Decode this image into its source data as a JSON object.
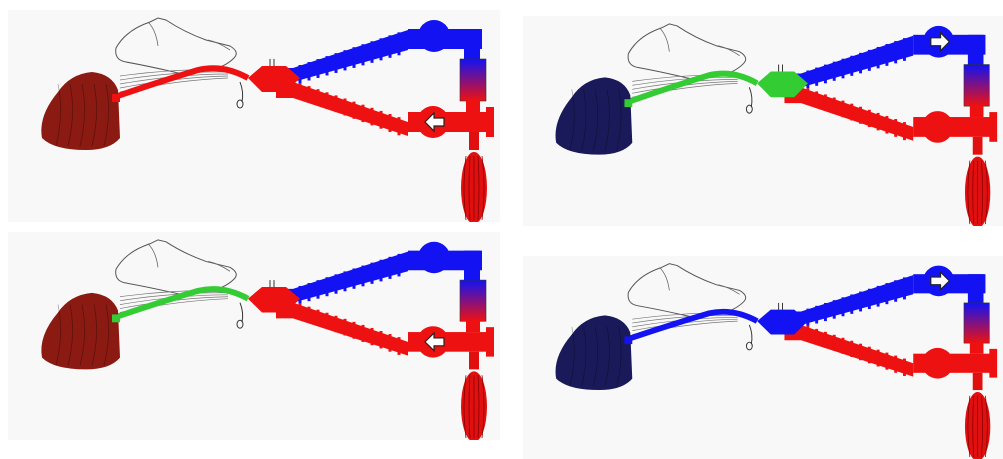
{
  "figure": {
    "colors": {
      "inspiratory_red": "#ee1111",
      "expiratory_blue": "#1212f2",
      "dead_space_green": "#33cc33",
      "lung_oxygenated": "#8b1a12",
      "lung_deoxygenated": "#1a1a5a",
      "reservoir_bag": "#e01010",
      "outline": "#222222"
    },
    "panels": [
      {
        "name": "top-left",
        "lung_state": "oxygenated",
        "flow_arrow": "left",
        "airway_color": "inspiratory_red",
        "connector_color": "inspiratory_red"
      },
      {
        "name": "top-right",
        "lung_state": "deoxygenated",
        "flow_arrow": "right",
        "airway_color": "dead_space_green",
        "connector_color": "dead_space_green"
      },
      {
        "name": "bottom-left",
        "lung_state": "oxygenated",
        "flow_arrow": "left",
        "airway_color": "dead_space_green",
        "connector_color": "inspiratory_red"
      },
      {
        "name": "bottom-right",
        "lung_state": "deoxygenated",
        "flow_arrow": "right",
        "airway_color": "expiratory_blue",
        "connector_color": "expiratory_blue"
      }
    ],
    "icons": [
      "dog-head-outline-icon",
      "lung-icon",
      "endotracheal-tube-icon",
      "y-connector-icon",
      "co2-absorber-icon",
      "unidirectional-valve-icon",
      "reservoir-bag-icon"
    ]
  }
}
